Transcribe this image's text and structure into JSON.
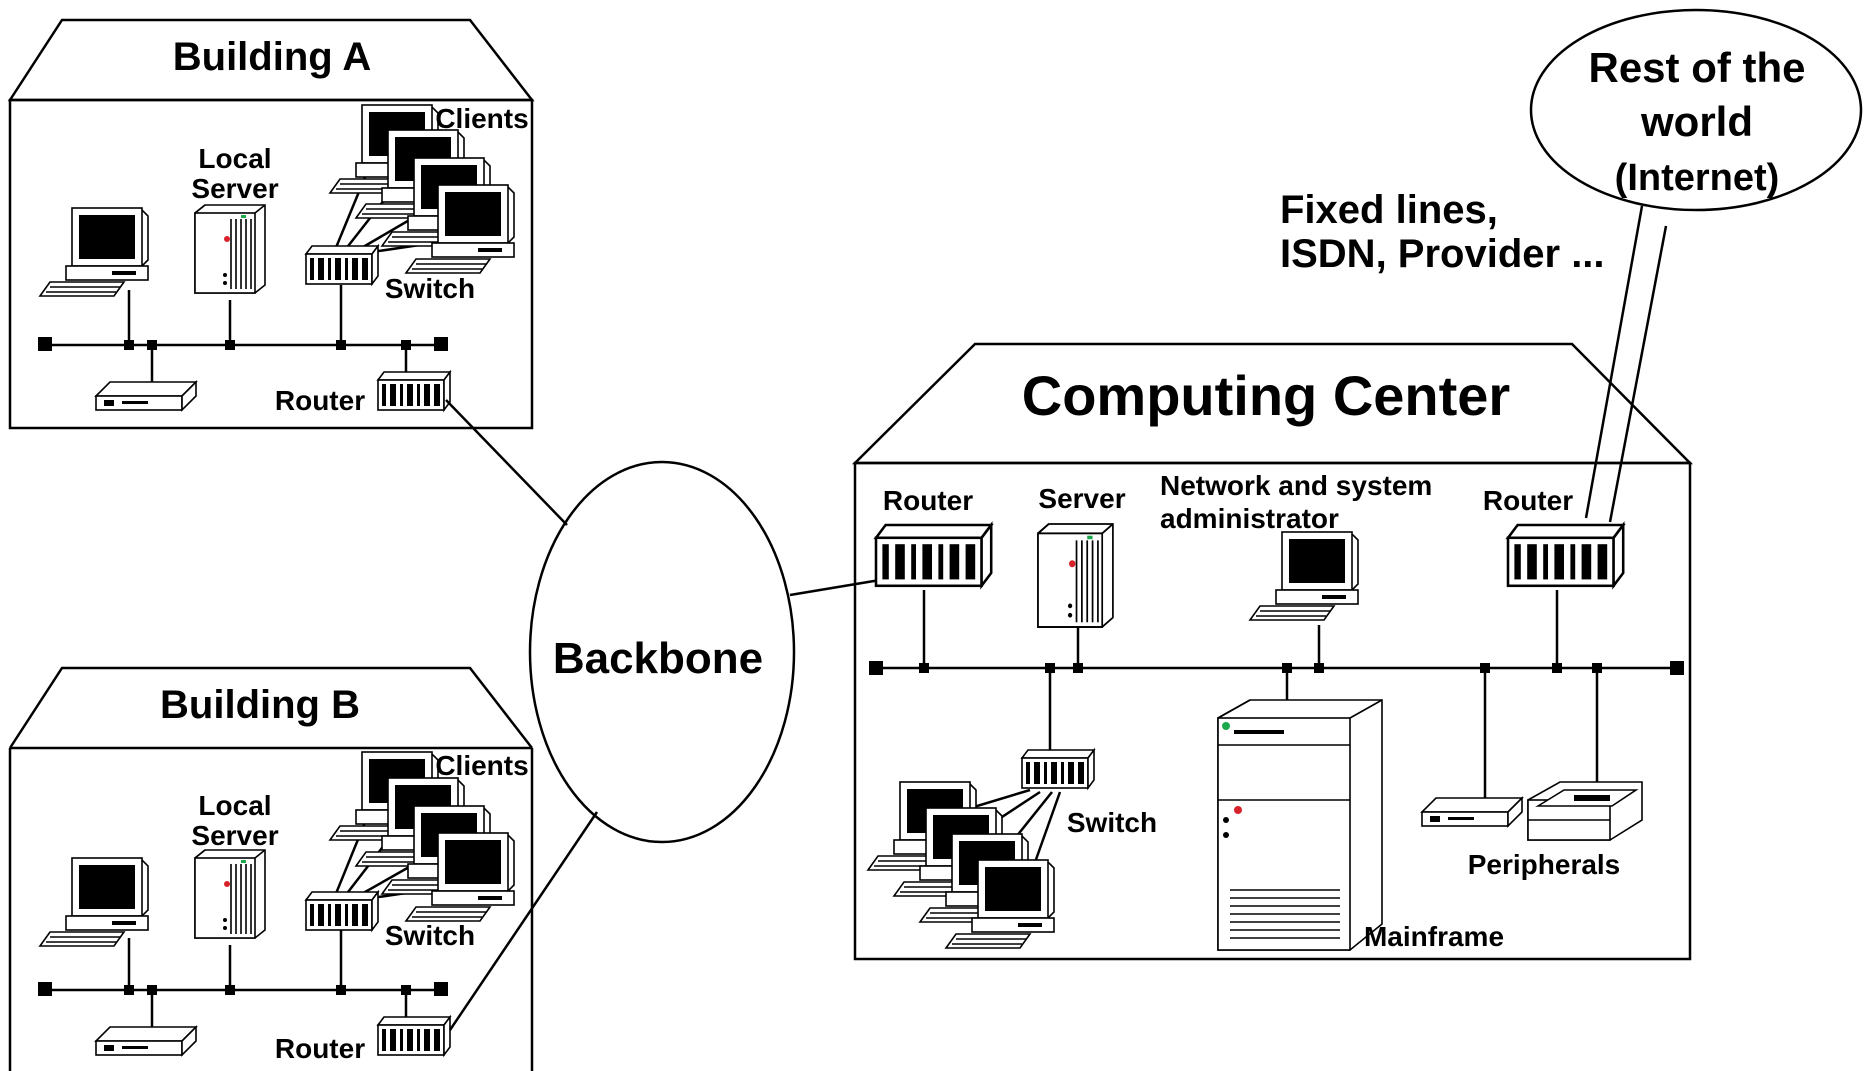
{
  "buildings": {
    "a": {
      "title": "Building A",
      "clients_label": "Clients",
      "server_label_1": "Local",
      "server_label_2": "Server",
      "switch_label": "Switch",
      "router_label": "Router"
    },
    "b": {
      "title": "Building B",
      "clients_label": "Clients",
      "server_label_1": "Local",
      "server_label_2": "Server",
      "switch_label": "Switch",
      "router_label": "Router"
    }
  },
  "backbone": {
    "label": "Backbone"
  },
  "computing_center": {
    "title": "Computing Center",
    "router_left_label": "Router",
    "server_label": "Server",
    "admin_label_1": "Network and system",
    "admin_label_2": "administrator",
    "router_right_label": "Router",
    "switch_label": "Switch",
    "mainframe_label": "Mainframe",
    "peripherals_label": "Peripherals"
  },
  "internet": {
    "label_1": "Rest of the",
    "label_2": "world",
    "label_3": "(Internet)",
    "link_label_1": "Fixed lines,",
    "link_label_2": "ISDN, Provider ..."
  }
}
